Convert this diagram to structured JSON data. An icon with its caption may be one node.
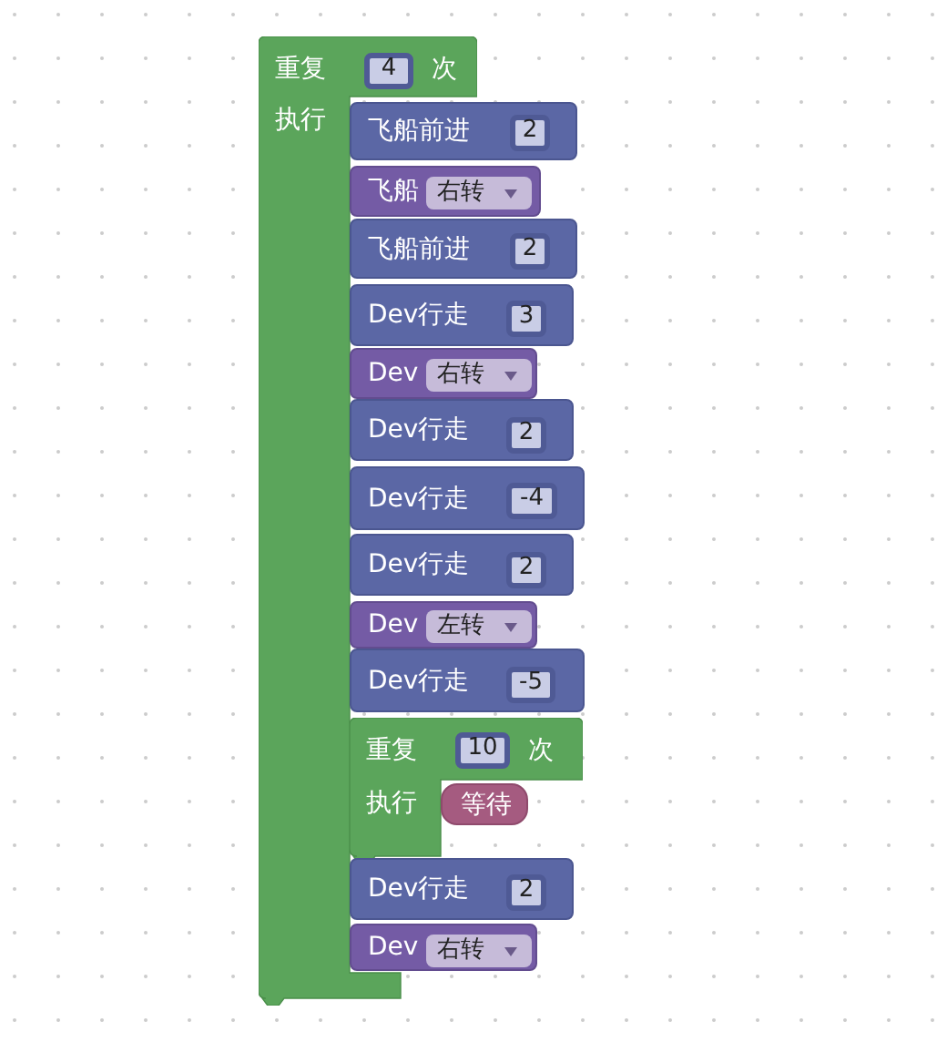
{
  "diagram": {
    "nodes": [
      {
        "text": [
          "重复",
          "次",
          "执行"
        ]
      },
      {
        "text": [
          "4"
        ],
        "in": 0
      },
      {
        "text": [
          "飞船前进"
        ]
      },
      {
        "text": [
          "2"
        ],
        "in": 2
      },
      {
        "text": [
          "飞船"
        ]
      },
      {
        "text": [
          "右转"
        ],
        "in": 4
      },
      {
        "text": [
          "飞船前进"
        ]
      },
      {
        "text": [
          "2"
        ],
        "in": 6
      },
      {
        "text": [
          "Dev行走"
        ]
      },
      {
        "text": [
          "3"
        ],
        "in": 8
      },
      {
        "text": [
          "Dev"
        ]
      },
      {
        "text": [
          "右转"
        ],
        "in": 10
      },
      {
        "text": [
          "Dev行走"
        ]
      },
      {
        "text": [
          "2"
        ],
        "in": 12
      },
      {
        "text": [
          "Dev行走"
        ]
      },
      {
        "text": [
          "-4"
        ],
        "in": 14
      },
      {
        "text": [
          "Dev行走"
        ]
      },
      {
        "text": [
          "2"
        ],
        "in": 16
      },
      {
        "text": [
          "Dev"
        ]
      },
      {
        "text": [
          "左转"
        ],
        "in": 18
      },
      {
        "text": [
          "Dev行走"
        ]
      },
      {
        "text": [
          "-5"
        ],
        "in": 20
      },
      {
        "text": [
          "重复",
          "次",
          "执行"
        ]
      },
      {
        "text": [
          "10"
        ],
        "in": 22
      },
      {
        "text": [
          "等待"
        ],
        "in": 22
      },
      {
        "text": [
          "Dev行走"
        ]
      },
      {
        "text": [
          "2"
        ],
        "in": 25
      },
      {
        "text": [
          "Dev"
        ]
      },
      {
        "text": [
          "右转"
        ],
        "in": 27
      }
    ]
  }
}
